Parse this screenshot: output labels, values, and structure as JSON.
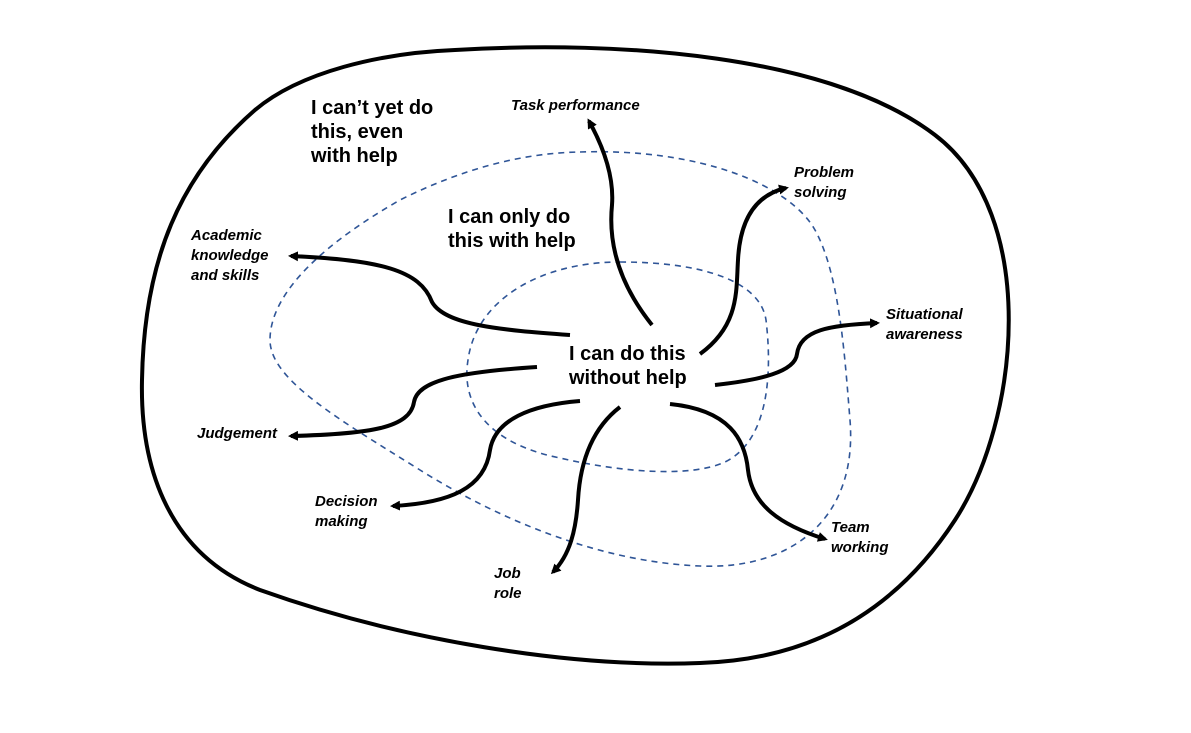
{
  "zones": {
    "outer": [
      "I can’t yet do",
      "this, even",
      "with help"
    ],
    "middle": [
      "I can only do",
      "this with help"
    ],
    "inner": [
      "I can do this",
      "without help"
    ]
  },
  "areas": {
    "task_performance": [
      "Task performance"
    ],
    "problem_solving": [
      "Problem",
      "solving"
    ],
    "academic": [
      "Academic",
      "knowledge",
      "and skills"
    ],
    "situational_awareness": [
      "Situational",
      "awareness"
    ],
    "judgement": [
      "Judgement"
    ],
    "decision_making": [
      "Decision",
      "making"
    ],
    "job_role": [
      "Job",
      "role"
    ],
    "team_working": [
      "Team",
      "working"
    ]
  },
  "colors": {
    "outline": "#000000",
    "dashed_boundary": "#2f5597"
  }
}
